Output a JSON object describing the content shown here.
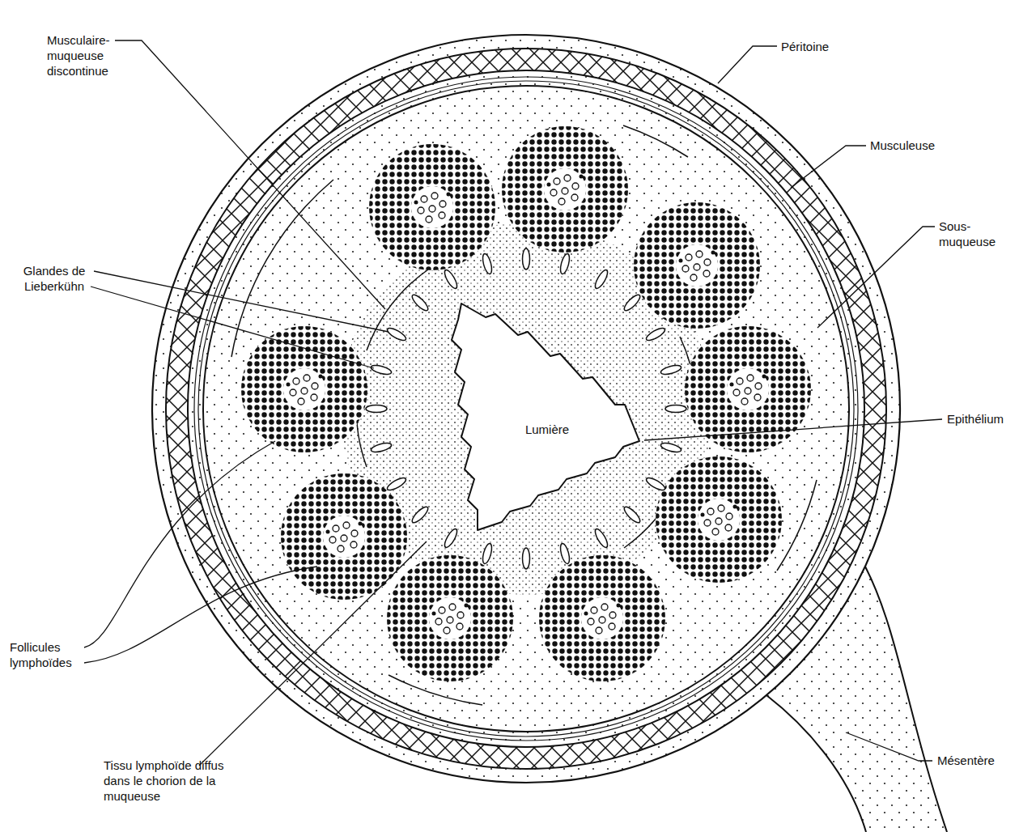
{
  "diagram": {
    "labels": [
      "Musculaire-muqueuse discontinue",
      "Glandes de Lieberkühn",
      "Follicules lymphoïdes",
      "Tissu lymphoïde diffus dans le chorion de la muqueuse",
      "Péritoine",
      "Musculeuse",
      "Sous-muqueuse",
      "Epithélium",
      "Lumière",
      "Mésentère"
    ]
  }
}
